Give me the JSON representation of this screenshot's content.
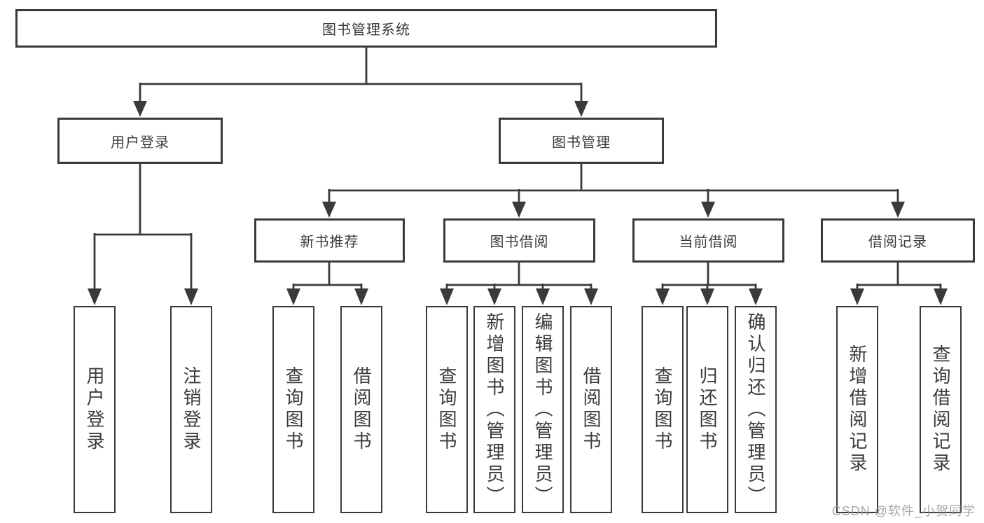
{
  "colors": {
    "background": "#ffffff",
    "line": "#3a3a3a",
    "box_border": "#3a3a3a",
    "text": "#3b3b3b",
    "watermark": "#9a9a9a"
  },
  "watermark": {
    "text": "CSDN @软件_小贺同学"
  },
  "nodes": {
    "root": {
      "label": "图书管理系统"
    },
    "level2": [
      {
        "label": "用户登录"
      },
      {
        "label": "图书管理"
      }
    ],
    "level3": [
      {
        "label": "新书推荐",
        "parent": "图书管理"
      },
      {
        "label": "图书借阅",
        "parent": "图书管理"
      },
      {
        "label": "当前借阅",
        "parent": "图书管理"
      },
      {
        "label": "借阅记录",
        "parent": "图书管理"
      }
    ],
    "leaves": [
      {
        "label": "用户登录",
        "parent": "用户登录"
      },
      {
        "label": "注销登录",
        "parent": "用户登录"
      },
      {
        "label": "查询图书",
        "parent": "新书推荐"
      },
      {
        "label": "借阅图书",
        "parent": "新书推荐"
      },
      {
        "label": "查询图书",
        "parent": "图书借阅"
      },
      {
        "label": "新增图书（管理员）",
        "parent": "图书借阅"
      },
      {
        "label": "编辑图书（管理员）",
        "parent": "图书借阅"
      },
      {
        "label": "借阅图书",
        "parent": "图书借阅"
      },
      {
        "label": "查询图书",
        "parent": "当前借阅"
      },
      {
        "label": "归还图书",
        "parent": "当前借阅"
      },
      {
        "label": "确认归还（管理员）",
        "parent": "当前借阅"
      },
      {
        "label": "新增借阅记录",
        "parent": "借阅记录"
      },
      {
        "label": "查询借阅记录",
        "parent": "借阅记录"
      }
    ]
  }
}
